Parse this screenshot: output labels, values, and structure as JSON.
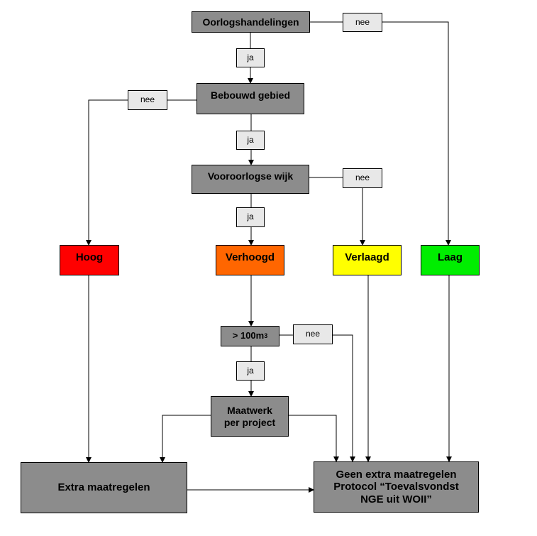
{
  "nodes": {
    "oorlog": "Oorlogshandelingen",
    "bebouwd": "Bebouwd gebied",
    "vooroorlogs": "Vooroorlogse wijk",
    "hoog": "Hoog",
    "verhoogd": "Verhoogd",
    "verlaagd": "Verlaagd",
    "laag": "Laag",
    "volume_prefix": "> 100m",
    "volume_sup": "3",
    "maatwerk_line1": "Maatwerk",
    "maatwerk_line2": "per project",
    "extra": "Extra maatregelen",
    "geen_line1": "Geen extra maatregelen",
    "geen_line2": "Protocol “Toevalsvondst",
    "geen_line3": "NGE uit WOII”"
  },
  "edge_labels": {
    "ja": "ja",
    "nee": "nee"
  },
  "colors": {
    "box_gray": "#8c8c8c",
    "label_bg": "#e8e8e8",
    "hoog": "#ff0000",
    "verhoogd": "#ff6600",
    "verlaagd": "#ffff00",
    "laag": "#00ee00"
  }
}
